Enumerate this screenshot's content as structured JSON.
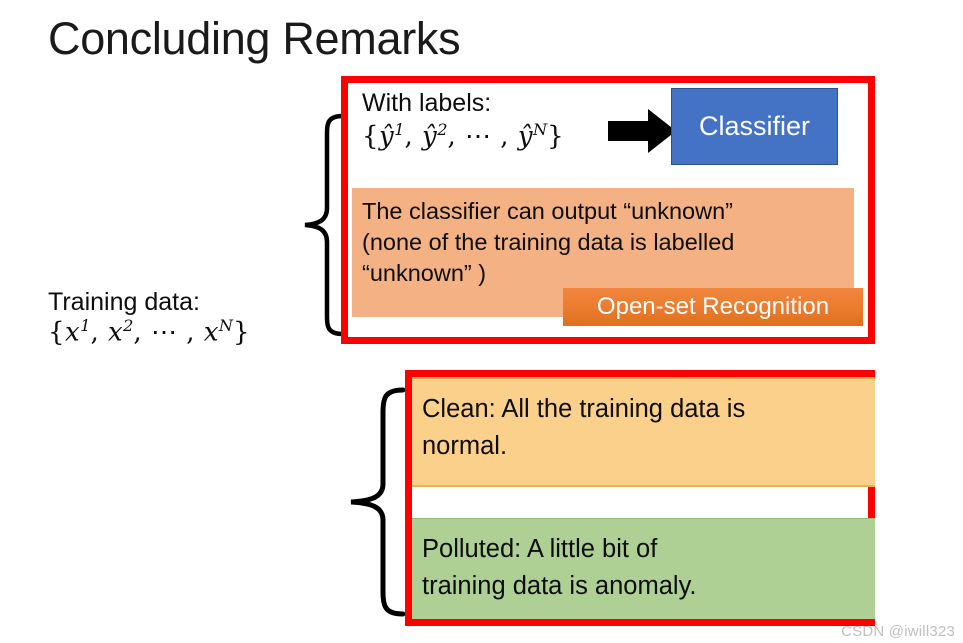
{
  "slide": {
    "title": "Concluding Remarks",
    "watermark": "CSDN @iwill323"
  },
  "training_data": {
    "label": "Training data:",
    "set_open": "{",
    "var": "x",
    "sup1": "1",
    "sep1": ", ",
    "sup2": "2",
    "sep2": ", ⋯ , ",
    "supN": "N",
    "set_close": "}",
    "full_notation": "{x¹, x², ⋯ , xᴺ}"
  },
  "with_labels": {
    "heading": "With labels:",
    "set_open": "{",
    "var": "ŷ",
    "sup1": "1",
    "sep1": ", ",
    "sup2": "2",
    "sep2": ", ⋯ , ",
    "supN": "N",
    "set_close": "}",
    "full_notation": "{ŷ¹, ŷ², ⋯ , ŷᴺ}",
    "arrow_icon": "right-arrow-icon",
    "classifier_label": "Classifier"
  },
  "open_set": {
    "line1": "The classifier can output “unknown”",
    "line2": "(none of the training data is labelled",
    "line3": "“unknown” )",
    "badge_label": "Open-set Recognition"
  },
  "anomaly_cases": [
    {
      "name": "clean",
      "line1": "Clean: All the training data is",
      "line2": "normal."
    },
    {
      "name": "polluted",
      "line1": "Polluted: A little bit of",
      "line2": "training data is anomaly."
    }
  ],
  "colors": {
    "red_outline": "#FF0000",
    "classifier_blue": "#4472C4",
    "orange_panel": "#F4B183",
    "badge_orange": "#ED7D31",
    "clean_yellow": "#FBD08A",
    "polluted_green": "#AFD095",
    "text_dark": "#0D0D0D"
  }
}
